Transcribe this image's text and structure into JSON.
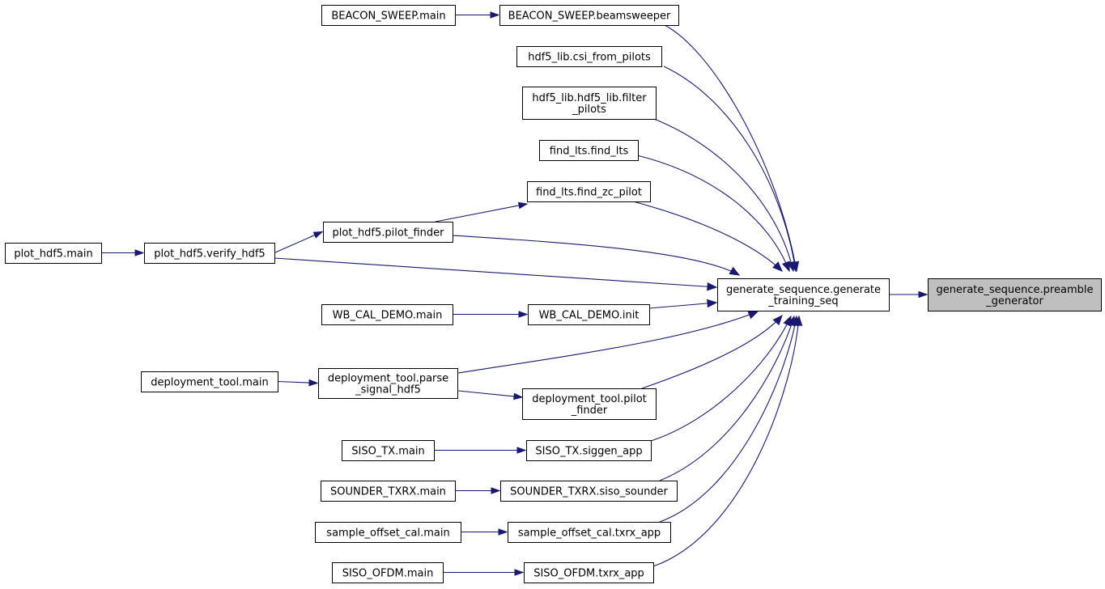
{
  "graph": {
    "nodes": [
      {
        "id": "beacon_main",
        "lines": [
          "BEACON_SWEEP.main"
        ]
      },
      {
        "id": "beacon_beamsweeper",
        "lines": [
          "BEACON_SWEEP.beamsweeper"
        ]
      },
      {
        "id": "csi_from_pilots",
        "lines": [
          "hdf5_lib.csi_from_pilots"
        ]
      },
      {
        "id": "filter_pilots",
        "lines": [
          "hdf5_lib.hdf5_lib.filter",
          "_pilots"
        ]
      },
      {
        "id": "find_lts",
        "lines": [
          "find_lts.find_lts"
        ]
      },
      {
        "id": "find_zc_pilot",
        "lines": [
          "find_lts.find_zc_pilot"
        ]
      },
      {
        "id": "plot_pilot_finder",
        "lines": [
          "plot_hdf5.pilot_finder"
        ]
      },
      {
        "id": "plot_main",
        "lines": [
          "plot_hdf5.main"
        ]
      },
      {
        "id": "verify_hdf5",
        "lines": [
          "plot_hdf5.verify_hdf5"
        ]
      },
      {
        "id": "generate_training_seq",
        "lines": [
          "generate_sequence.generate",
          "_training_seq"
        ]
      },
      {
        "id": "preamble_generator",
        "lines": [
          "generate_sequence.preamble",
          "_generator"
        ],
        "focus": true
      },
      {
        "id": "wb_main",
        "lines": [
          "WB_CAL_DEMO.main"
        ]
      },
      {
        "id": "wb_init",
        "lines": [
          "WB_CAL_DEMO.init"
        ]
      },
      {
        "id": "deploy_main",
        "lines": [
          "deployment_tool.main"
        ]
      },
      {
        "id": "parse_signal",
        "lines": [
          "deployment_tool.parse",
          "_signal_hdf5"
        ]
      },
      {
        "id": "deploy_pilot_finder",
        "lines": [
          "deployment_tool.pilot",
          "_finder"
        ]
      },
      {
        "id": "siso_tx_main",
        "lines": [
          "SISO_TX.main"
        ]
      },
      {
        "id": "siggen_app",
        "lines": [
          "SISO_TX.siggen_app"
        ]
      },
      {
        "id": "sounder_main",
        "lines": [
          "SOUNDER_TXRX.main"
        ]
      },
      {
        "id": "siso_sounder",
        "lines": [
          "SOUNDER_TXRX.siso_sounder"
        ]
      },
      {
        "id": "soc_main",
        "lines": [
          "sample_offset_cal.main"
        ]
      },
      {
        "id": "soc_txrx",
        "lines": [
          "sample_offset_cal.txrx_app"
        ]
      },
      {
        "id": "ofdm_main",
        "lines": [
          "SISO_OFDM.main"
        ]
      },
      {
        "id": "ofdm_txrx",
        "lines": [
          "SISO_OFDM.txrx_app"
        ]
      }
    ],
    "edges": [
      {
        "from": "beacon_main",
        "to": "beacon_beamsweeper"
      },
      {
        "from": "beacon_beamsweeper",
        "to": "generate_training_seq"
      },
      {
        "from": "csi_from_pilots",
        "to": "generate_training_seq"
      },
      {
        "from": "filter_pilots",
        "to": "generate_training_seq"
      },
      {
        "from": "find_lts",
        "to": "generate_training_seq"
      },
      {
        "from": "find_zc_pilot",
        "to": "generate_training_seq"
      },
      {
        "from": "plot_pilot_finder",
        "to": "find_zc_pilot"
      },
      {
        "from": "plot_pilot_finder",
        "to": "generate_training_seq"
      },
      {
        "from": "verify_hdf5",
        "to": "plot_pilot_finder"
      },
      {
        "from": "verify_hdf5",
        "to": "generate_training_seq"
      },
      {
        "from": "plot_main",
        "to": "verify_hdf5"
      },
      {
        "from": "wb_main",
        "to": "wb_init"
      },
      {
        "from": "wb_init",
        "to": "generate_training_seq"
      },
      {
        "from": "deploy_main",
        "to": "parse_signal"
      },
      {
        "from": "parse_signal",
        "to": "generate_training_seq"
      },
      {
        "from": "parse_signal",
        "to": "deploy_pilot_finder"
      },
      {
        "from": "deploy_pilot_finder",
        "to": "generate_training_seq"
      },
      {
        "from": "siso_tx_main",
        "to": "siggen_app"
      },
      {
        "from": "siggen_app",
        "to": "generate_training_seq"
      },
      {
        "from": "sounder_main",
        "to": "siso_sounder"
      },
      {
        "from": "siso_sounder",
        "to": "generate_training_seq"
      },
      {
        "from": "soc_main",
        "to": "soc_txrx"
      },
      {
        "from": "soc_txrx",
        "to": "generate_training_seq"
      },
      {
        "from": "ofdm_main",
        "to": "ofdm_txrx"
      },
      {
        "from": "ofdm_txrx",
        "to": "generate_training_seq"
      },
      {
        "from": "generate_training_seq",
        "to": "preamble_generator"
      }
    ]
  }
}
